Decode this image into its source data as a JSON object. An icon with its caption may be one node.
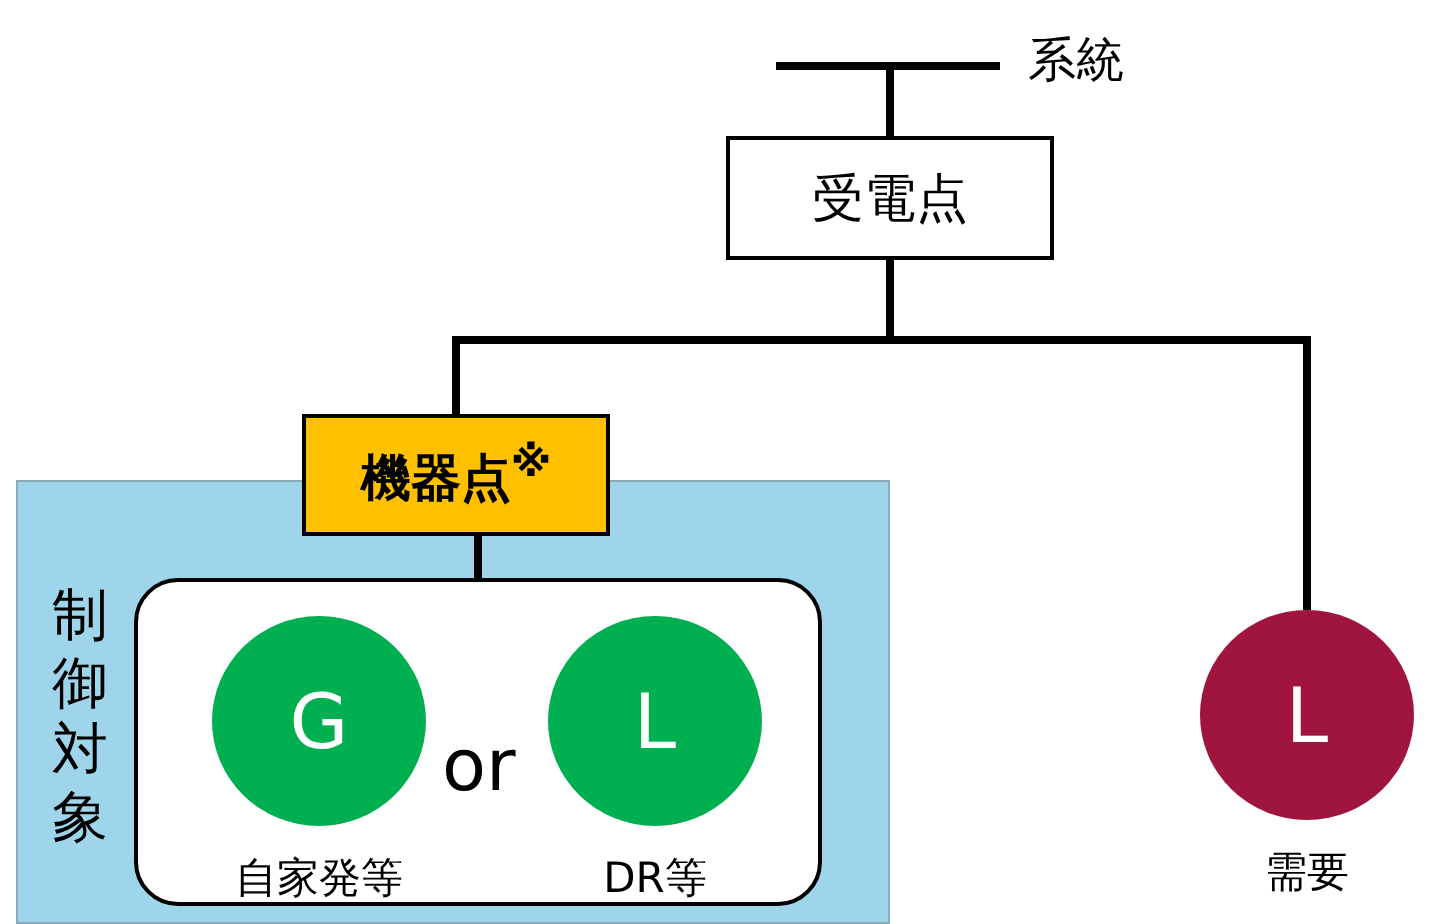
{
  "diagram": {
    "nodes": [
      {
        "text": [],
        "shape": "bar",
        "beside": [
          "系統"
        ]
      },
      {
        "text": [
          "受電点"
        ]
      },
      {
        "text": [
          "制御対象"
        ]
      },
      {
        "text": [
          "機器点$^{※}$"
        ]
      },
      {
        "text": [
          "or"
        ],
        "in": 2
      },
      {
        "text": [
          "G"
        ],
        "in": 4,
        "beside": [
          "自家発等"
        ]
      },
      {
        "text": [
          "L"
        ],
        "in": 4,
        "beside": [
          "DR等"
        ]
      },
      {
        "text": [
          "L"
        ],
        "beside": [
          "需要"
        ]
      }
    ],
    "edges": [
      {
        "from": 0,
        "to": 1,
        "arrow": "none"
      },
      {
        "from": 1,
        "to": 3,
        "arrow": "none"
      },
      {
        "from": 1,
        "to": 7,
        "arrow": "none"
      },
      {
        "from": 3,
        "to": 4,
        "arrow": "none"
      }
    ]
  }
}
